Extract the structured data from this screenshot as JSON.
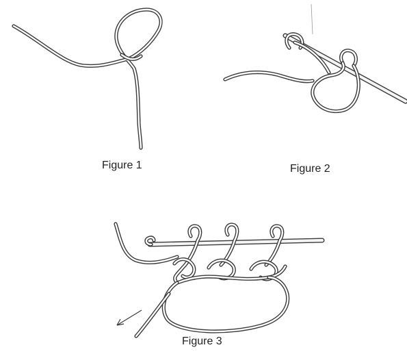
{
  "figures": [
    {
      "caption": "Figure 1",
      "icon": "slip-loop-illustration"
    },
    {
      "caption": "Figure 2",
      "icon": "loop-on-needle-illustration"
    },
    {
      "caption": "Figure 3",
      "icon": "cast-on-stitches-on-hook-illustration"
    }
  ],
  "colors": {
    "background": "#ffffff",
    "line": "#3a3a3a",
    "caption": "#222222"
  }
}
